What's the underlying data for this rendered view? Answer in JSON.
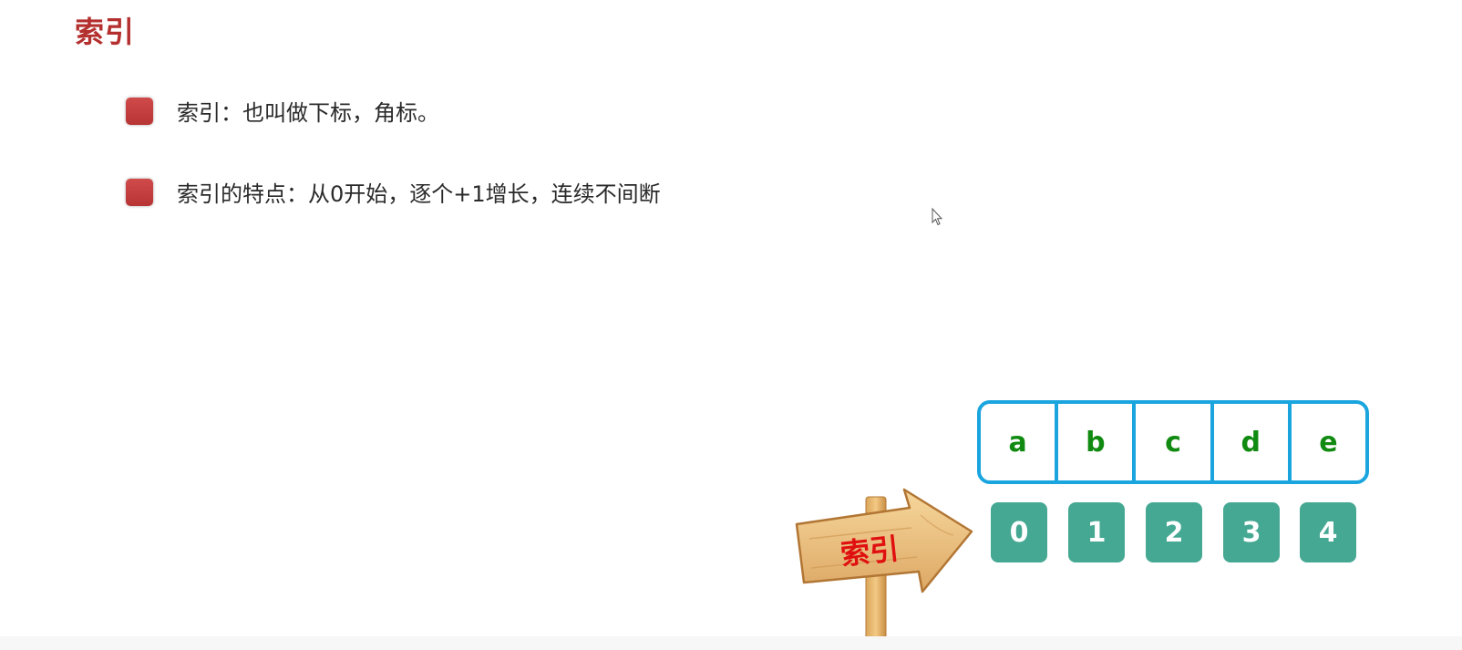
{
  "title": "索引",
  "bullets": [
    {
      "text": "索引：也叫做下标，角标。"
    },
    {
      "text": "索引的特点：从0开始，逐个+1增长，连续不间断"
    }
  ],
  "array": {
    "cells": [
      "a",
      "b",
      "c",
      "d",
      "e"
    ],
    "indices": [
      "0",
      "1",
      "2",
      "3",
      "4"
    ]
  },
  "signpost": {
    "label": "索引",
    "icon": "wooden-signpost-arrow"
  },
  "colors": {
    "title": "#b3302f",
    "bullet_marker": "#c43c3c",
    "cell_border": "#1aa5df",
    "cell_text": "#118a11",
    "index_bg": "#45a893",
    "sign_label": "#e01010"
  }
}
